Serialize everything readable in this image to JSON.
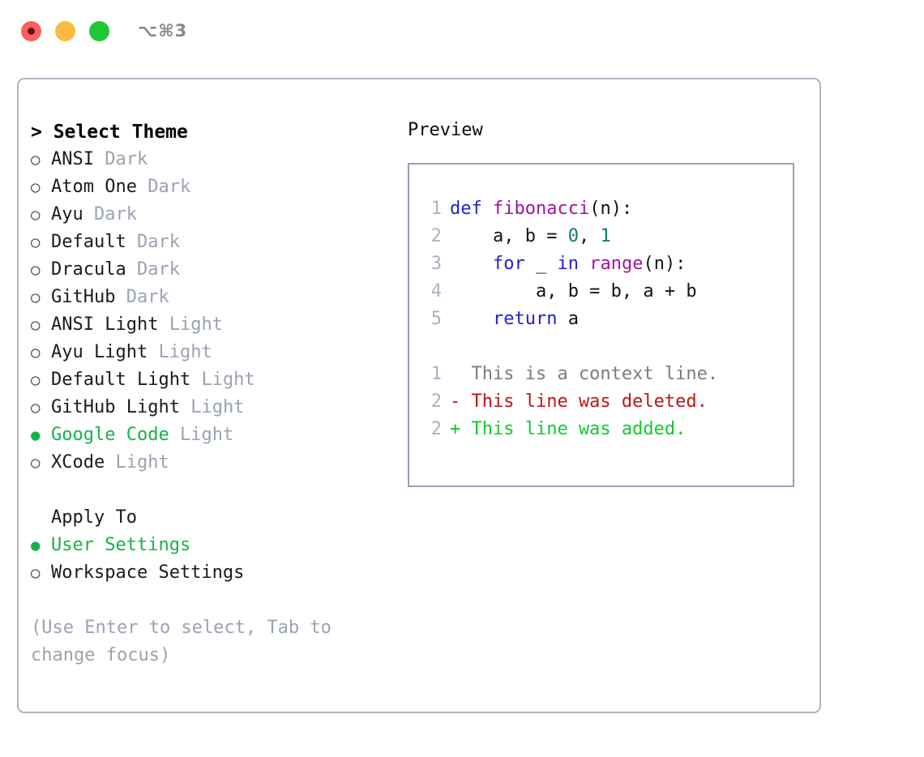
{
  "window": {
    "shortcut_label": "⌥⌘3",
    "traffic_lights": [
      {
        "name": "close-button",
        "color": "#fc6058"
      },
      {
        "name": "minimize-button",
        "color": "#fdbc40"
      },
      {
        "name": "maximize-button",
        "color": "#21c636"
      }
    ]
  },
  "theme_picker": {
    "header": "> Select Theme",
    "items": [
      {
        "marker": "empty",
        "name": "ANSI",
        "kind": "Dark",
        "selected": false
      },
      {
        "marker": "empty",
        "name": "Atom One",
        "kind": "Dark",
        "selected": false
      },
      {
        "marker": "empty",
        "name": "Ayu",
        "kind": "Dark",
        "selected": false
      },
      {
        "marker": "empty",
        "name": "Default",
        "kind": "Dark",
        "selected": false
      },
      {
        "marker": "empty",
        "name": "Dracula",
        "kind": "Dark",
        "selected": false
      },
      {
        "marker": "empty",
        "name": "GitHub",
        "kind": "Dark",
        "selected": false
      },
      {
        "marker": "empty",
        "name": "ANSI Light",
        "kind": "Light",
        "selected": false
      },
      {
        "marker": "empty",
        "name": "Ayu Light",
        "kind": "Light",
        "selected": false
      },
      {
        "marker": "empty",
        "name": "Default Light",
        "kind": "Light",
        "selected": false
      },
      {
        "marker": "empty",
        "name": "GitHub Light",
        "kind": "Light",
        "selected": false
      },
      {
        "marker": "filled",
        "name": "Google Code",
        "kind": "Light",
        "selected": true
      },
      {
        "marker": "empty",
        "name": "XCode",
        "kind": "Light",
        "selected": false
      }
    ]
  },
  "apply_to": {
    "title": "Apply To",
    "options": [
      {
        "marker": "filled",
        "label": "User Settings",
        "selected": true
      },
      {
        "marker": "empty",
        "label": "Workspace Settings",
        "selected": false
      }
    ]
  },
  "hint": {
    "line1": "(Use Enter to select, Tab to",
    "line2": "change focus)"
  },
  "preview": {
    "label": "Preview",
    "code_lines": [
      {
        "no": "1",
        "tokens": [
          {
            "t": "def ",
            "c": "kw"
          },
          {
            "t": "fibonacci",
            "c": "fn"
          },
          {
            "t": "(n):",
            "c": "plain"
          }
        ]
      },
      {
        "no": "2",
        "tokens": [
          {
            "t": "    a, b = ",
            "c": "plain"
          },
          {
            "t": "0",
            "c": "num"
          },
          {
            "t": ", ",
            "c": "plain"
          },
          {
            "t": "1",
            "c": "num"
          }
        ]
      },
      {
        "no": "3",
        "tokens": [
          {
            "t": "    ",
            "c": "plain"
          },
          {
            "t": "for",
            "c": "kw"
          },
          {
            "t": " _ ",
            "c": "plain"
          },
          {
            "t": "in",
            "c": "kw"
          },
          {
            "t": " ",
            "c": "plain"
          },
          {
            "t": "range",
            "c": "fn"
          },
          {
            "t": "(n):",
            "c": "plain"
          }
        ]
      },
      {
        "no": "4",
        "tokens": [
          {
            "t": "        a, b = b, a + b",
            "c": "plain"
          }
        ]
      },
      {
        "no": "5",
        "tokens": [
          {
            "t": "    ",
            "c": "plain"
          },
          {
            "t": "return",
            "c": "kw"
          },
          {
            "t": " a",
            "c": "plain"
          }
        ]
      }
    ],
    "diff_lines": [
      {
        "no": "1",
        "text": "  This is a context line.",
        "kind": "ctx"
      },
      {
        "no": "2",
        "text": "- This line was deleted.",
        "kind": "del"
      },
      {
        "no": "2",
        "text": "+ This line was added.",
        "kind": "add"
      }
    ]
  },
  "colors": {
    "accent_green": "#17b347",
    "muted": "#9aa3b2",
    "border": "#aeb6c4",
    "preview_border": "#97a2b4",
    "keyword": "#2121d6",
    "function": "#a0159e",
    "number": "#11796f",
    "diff_add": "#0ecb2c",
    "diff_del": "#c01414",
    "diff_ctx": "#7c7c7c",
    "line_number": "#a8b2c1"
  }
}
